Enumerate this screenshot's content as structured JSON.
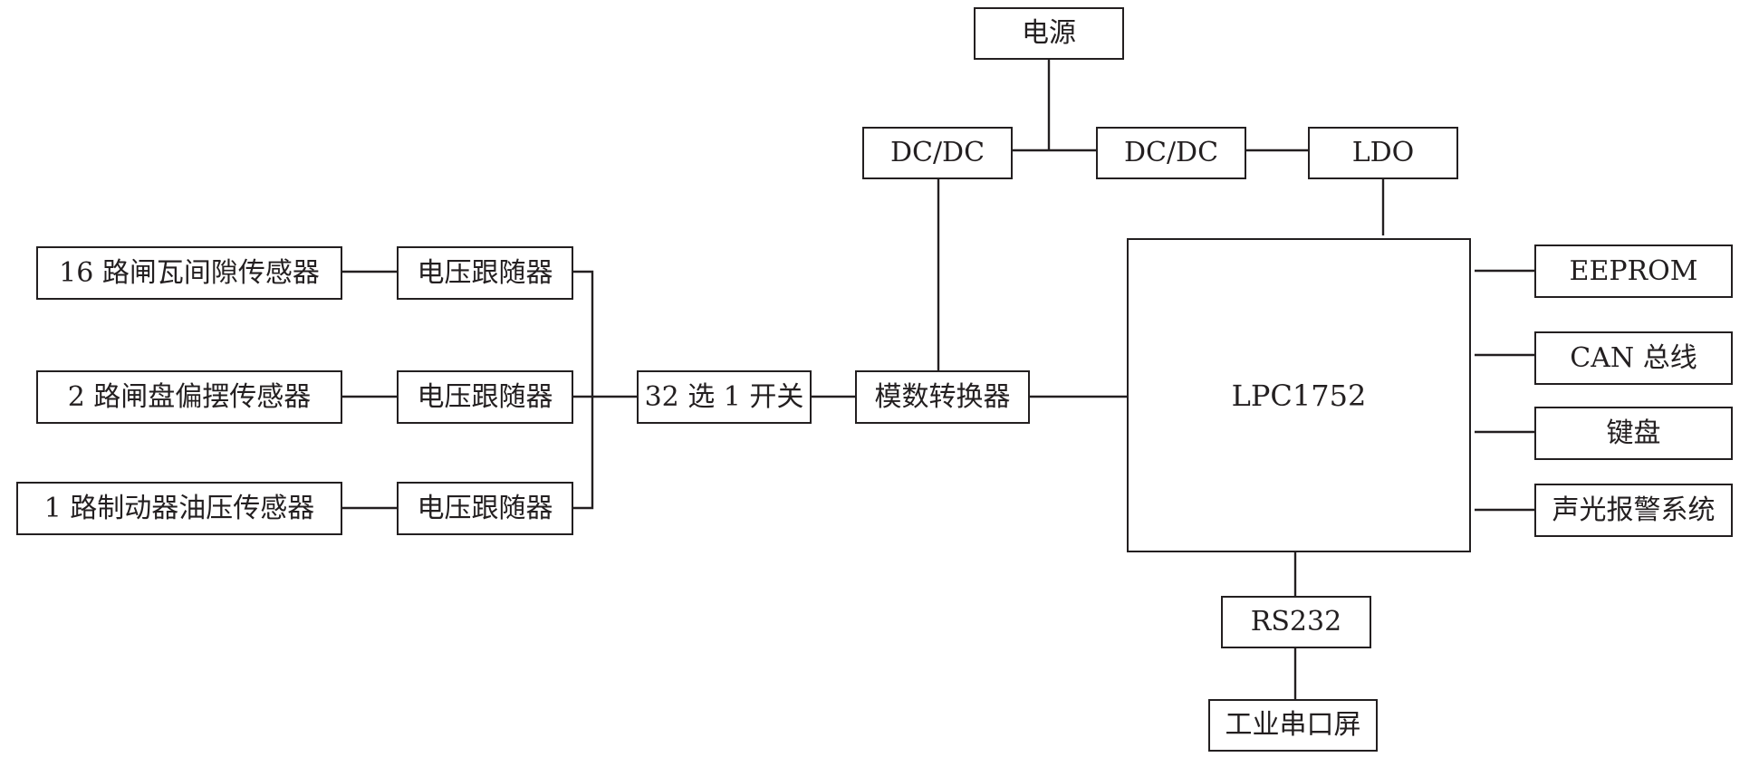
{
  "diagram": {
    "nodes": {
      "power": "电源",
      "dcdc_left": "DC/DC",
      "dcdc_right": "DC/DC",
      "ldo": "LDO",
      "mcu": "LPC1752",
      "eeprom": "EEPROM",
      "can_bus": "CAN 总线",
      "keyboard": "键盘",
      "alarm": "声光报警系统",
      "rs232": "RS232",
      "serial_screen": "工业串口屏",
      "adc": "模数转换器",
      "mux": "32 选 1 开关",
      "follower_1": "电压跟随器",
      "follower_2": "电压跟随器",
      "follower_3": "电压跟随器",
      "sensor_1": "16 路闸瓦间隙传感器",
      "sensor_2": "2 路闸盘偏摆传感器",
      "sensor_3": "1 路制动器油压传感器"
    },
    "connections": [
      [
        "power",
        "dcdc_left"
      ],
      [
        "power",
        "dcdc_right"
      ],
      [
        "dcdc_right",
        "ldo"
      ],
      [
        "ldo",
        "mcu"
      ],
      [
        "dcdc_left",
        "adc"
      ],
      [
        "sensor_1",
        "follower_1"
      ],
      [
        "sensor_2",
        "follower_2"
      ],
      [
        "sensor_3",
        "follower_3"
      ],
      [
        "follower_1",
        "mux"
      ],
      [
        "follower_2",
        "mux"
      ],
      [
        "follower_3",
        "mux"
      ],
      [
        "mux",
        "adc"
      ],
      [
        "adc",
        "mcu"
      ],
      [
        "mcu",
        "eeprom"
      ],
      [
        "mcu",
        "can_bus"
      ],
      [
        "mcu",
        "keyboard"
      ],
      [
        "mcu",
        "alarm"
      ],
      [
        "mcu",
        "rs232"
      ],
      [
        "rs232",
        "serial_screen"
      ]
    ]
  }
}
